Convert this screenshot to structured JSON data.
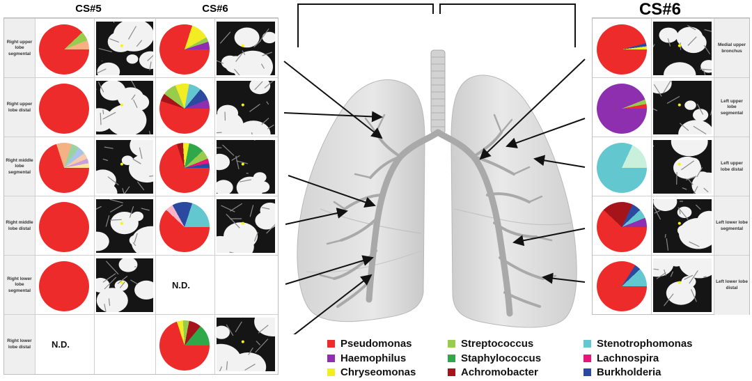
{
  "titles": {
    "left_cs5": "CS#5",
    "left_cs6": "CS#6",
    "right_cs6": "CS#6"
  },
  "left_labels": [
    "Right upper lobe segmental",
    "Right upper lobe distal",
    "Right middle lobe segmental",
    "Right middle lobe distal",
    "Right lower lobe segmental",
    "Right lower lobe distal"
  ],
  "right_labels": [
    "Medial upper bronchus",
    "Left upper lobe segmental",
    "Left upper lobe distal",
    "Left lower lobe segmental",
    "Left lower lobe distal"
  ],
  "nd_text": "N.D.",
  "colors": {
    "pseudomonas": "#ee2b2b",
    "haemophilus": "#8e2fb0",
    "chryseomonas": "#f2ec24",
    "streptococcus": "#98cc4c",
    "staphylococcus": "#2fa84a",
    "achromobacter": "#a5131b",
    "stenotrophomonas": "#63c7cf",
    "lachnospira": "#e8157d",
    "burkholderia": "#2c49a0"
  },
  "legend": [
    {
      "name": "Pseudomonas",
      "color": "#ee2b2b"
    },
    {
      "name": "Haemophilus",
      "color": "#8e2fb0"
    },
    {
      "name": "Chryseomonas",
      "color": "#f2ec24"
    },
    {
      "name": "Streptococcus",
      "color": "#98cc4c"
    },
    {
      "name": "Staphylococcus",
      "color": "#2fa84a"
    },
    {
      "name": "Achromobacter",
      "color": "#a5131b"
    },
    {
      "name": "Stenotrophomonas",
      "color": "#63c7cf"
    },
    {
      "name": "Lachnospira",
      "color": "#e8157d"
    },
    {
      "name": "Burkholderia",
      "color": "#2c49a0"
    }
  ],
  "pies": {
    "cs5": [
      [
        {
          "p": 0.88,
          "c": "#ee2b2b"
        },
        {
          "p": 0.06,
          "c": "#98cc4c"
        },
        {
          "p": 0.06,
          "c": "#f4b183"
        }
      ],
      [
        {
          "p": 1.0,
          "c": "#ee2b2b"
        }
      ],
      [
        {
          "p": 0.7,
          "c": "#ee2b2b"
        },
        {
          "p": 0.1,
          "c": "#f4b183"
        },
        {
          "p": 0.05,
          "c": "#9bd3a0"
        },
        {
          "p": 0.05,
          "c": "#a9c4e8"
        },
        {
          "p": 0.04,
          "c": "#f8cbad"
        },
        {
          "p": 0.03,
          "c": "#c9a0dc"
        },
        {
          "p": 0.03,
          "c": "#ffe699"
        }
      ],
      [
        {
          "p": 1.0,
          "c": "#ee2b2b"
        }
      ],
      [
        {
          "p": 1.0,
          "c": "#ee2b2b"
        }
      ]
    ],
    "cs6_left": [
      [
        {
          "p": 0.8,
          "c": "#ee2b2b"
        },
        {
          "p": 0.12,
          "c": "#f2ec24"
        },
        {
          "p": 0.03,
          "c": "#98cc4c"
        },
        {
          "p": 0.05,
          "c": "#8e2fb0"
        }
      ],
      [
        {
          "p": 0.55,
          "c": "#ee2b2b"
        },
        {
          "p": 0.05,
          "c": "#a5131b"
        },
        {
          "p": 0.09,
          "c": "#98cc4c"
        },
        {
          "p": 0.09,
          "c": "#f2ec24"
        },
        {
          "p": 0.08,
          "c": "#63c7cf"
        },
        {
          "p": 0.08,
          "c": "#2c49a0"
        },
        {
          "p": 0.06,
          "c": "#8e2fb0"
        }
      ],
      [
        {
          "p": 0.7,
          "c": "#ee2b2b"
        },
        {
          "p": 0.04,
          "c": "#a5131b"
        },
        {
          "p": 0.04,
          "c": "#f2ec24"
        },
        {
          "p": 0.1,
          "c": "#2fa84a"
        },
        {
          "p": 0.06,
          "c": "#98cc4c"
        },
        {
          "p": 0.03,
          "c": "#e8157d"
        },
        {
          "p": 0.03,
          "c": "#2c49a0"
        }
      ],
      [
        {
          "p": 0.62,
          "c": "#ee2b2b"
        },
        {
          "p": 0.05,
          "c": "#f8b4c8"
        },
        {
          "p": 0.13,
          "c": "#2c49a0"
        },
        {
          "p": 0.2,
          "c": "#63c7cf"
        }
      ],
      null,
      [
        {
          "p": 0.7,
          "c": "#ee2b2b"
        },
        {
          "p": 0.04,
          "c": "#f2ec24"
        },
        {
          "p": 0.04,
          "c": "#98cc4c"
        },
        {
          "p": 0.08,
          "c": "#a5131b"
        },
        {
          "p": 0.14,
          "c": "#2fa84a"
        }
      ]
    ],
    "cs6_right": [
      [
        {
          "p": 0.96,
          "c": "#ee2b2b"
        },
        {
          "p": 0.02,
          "c": "#2c49a0"
        },
        {
          "p": 0.02,
          "c": "#f2ec24"
        }
      ],
      [
        {
          "p": 0.94,
          "c": "#8e2fb0"
        },
        {
          "p": 0.03,
          "c": "#98cc4c"
        },
        {
          "p": 0.03,
          "c": "#ee2b2b"
        }
      ],
      [
        {
          "p": 0.82,
          "c": "#63c7cf"
        },
        {
          "p": 0.18,
          "c": "#c8f0dc"
        }
      ],
      [
        {
          "p": 0.62,
          "c": "#ee2b2b"
        },
        {
          "p": 0.2,
          "c": "#a5131b"
        },
        {
          "p": 0.06,
          "c": "#2c49a0"
        },
        {
          "p": 0.06,
          "c": "#63c7cf"
        },
        {
          "p": 0.06,
          "c": "#8e2fb0"
        }
      ],
      [
        {
          "p": 0.84,
          "c": "#ee2b2b"
        },
        {
          "p": 0.04,
          "c": "#2c49a0"
        },
        {
          "p": 0.12,
          "c": "#63c7cf"
        }
      ]
    ]
  }
}
